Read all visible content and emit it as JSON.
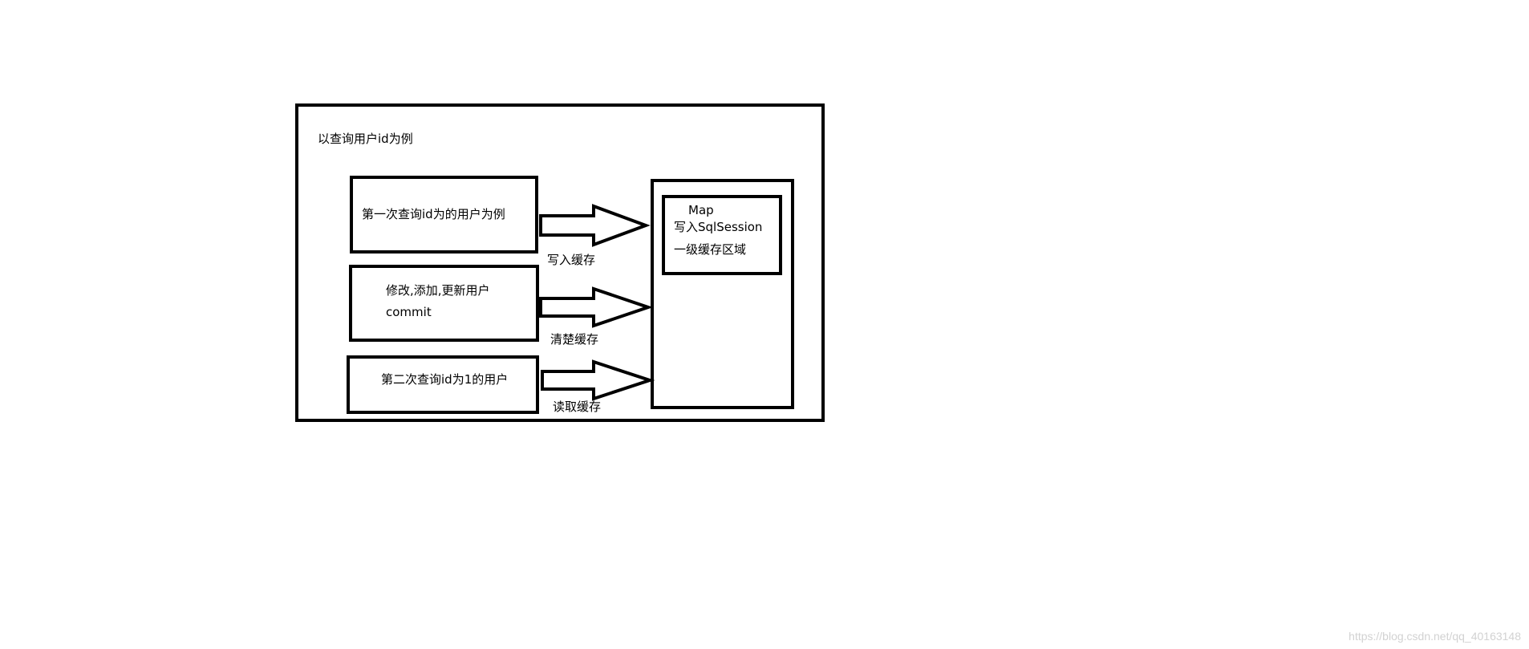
{
  "diagram": {
    "outer_title": "以查询用户id为例",
    "steps": [
      {
        "id": "first-query",
        "lines": [
          "第一次查询id为的用户为例"
        ],
        "arrow_label": "写入缓存"
      },
      {
        "id": "modify",
        "lines": [
          "修改,添加,更新用户",
          "commit"
        ],
        "arrow_label": "清楚缓存"
      },
      {
        "id": "second-query",
        "lines": [
          "第二次查询id为1的用户"
        ],
        "arrow_label": "读取缓存"
      }
    ],
    "cache": {
      "inner_lines": [
        "Map",
        "写入SqlSession",
        "一级缓存区域"
      ]
    }
  },
  "watermark": "https://blog.csdn.net/qq_40163148"
}
